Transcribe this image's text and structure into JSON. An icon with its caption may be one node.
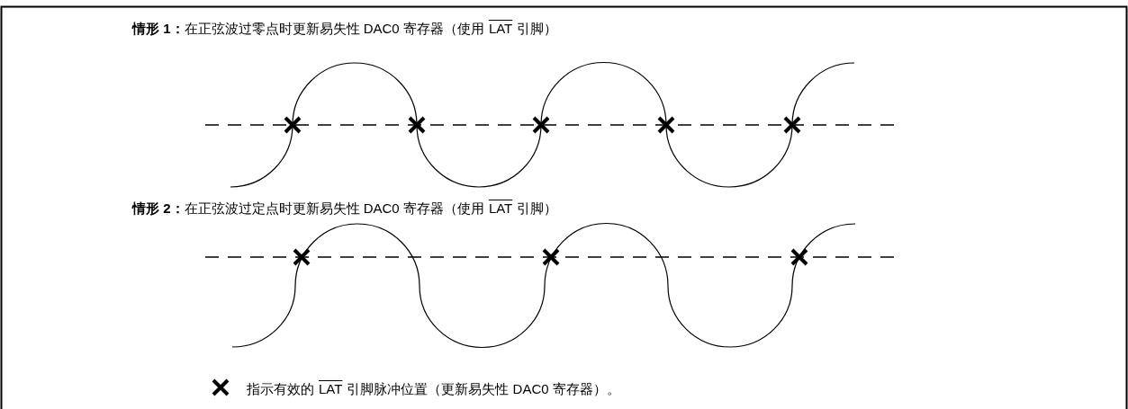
{
  "diagram": {
    "labels": [
      "**情形 1：**在正弦波过零点时更新易失性 DAC0 寄存器（使用",
      "LAT",
      "引脚）",
      "**情形 2：**在正弦波过定点时更新易失性 DAC0 寄存器（使用",
      "LAT",
      "引脚）",
      "指示有效的",
      "LAT",
      "引脚脉冲位置（更新易失性 DAC0 寄存器）。"
    ]
  }
}
